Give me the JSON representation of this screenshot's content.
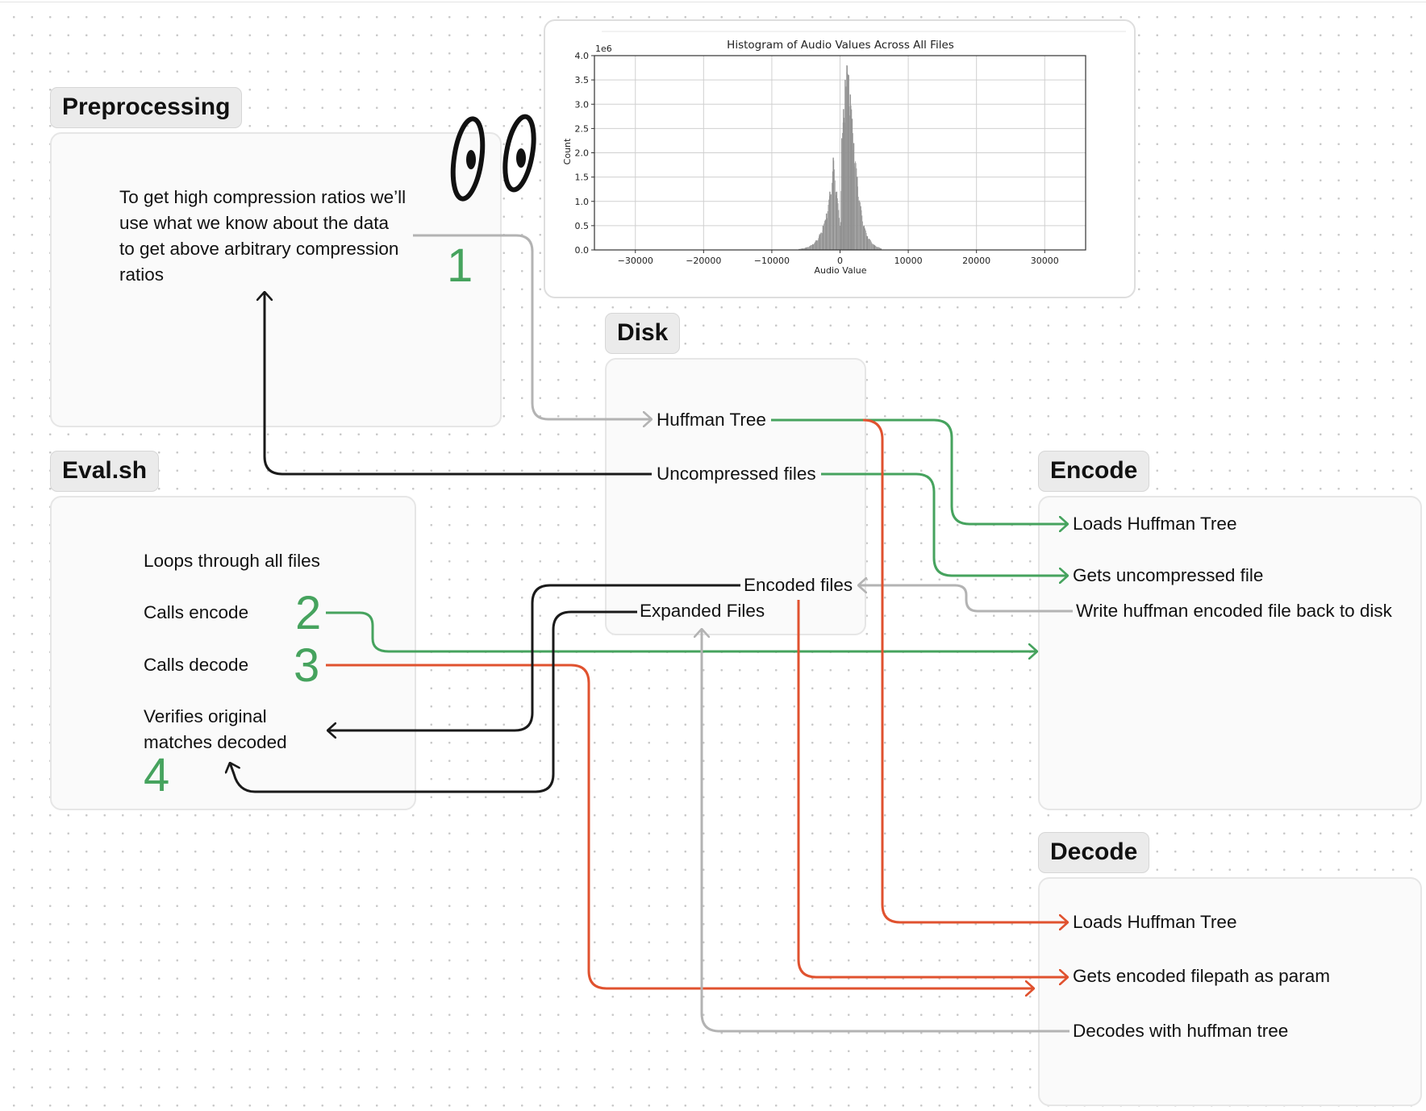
{
  "sections": {
    "preprocessing": "Preprocessing",
    "disk": "Disk",
    "eval": "Eval.sh",
    "encode": "Encode",
    "decode": "Decode"
  },
  "preprocessing": {
    "lines": [
      "To get high compression ratios we’ll",
      "use what we know about the data",
      "to get above arbitrary compression",
      "ratios"
    ]
  },
  "eval": {
    "loops": "Loops through all files",
    "calls_encode": "Calls encode",
    "calls_decode": "Calls decode",
    "verifies_1": "Verifies original",
    "verifies_2": "matches decoded"
  },
  "disk": {
    "huffman_tree": "Huffman Tree",
    "uncompressed_files": "Uncompressed files",
    "encoded_files": "Encoded files",
    "expanded_files": "Expanded Files"
  },
  "encode": {
    "loads_tree": "Loads Huffman Tree",
    "gets_uncompressed": "Gets uncompressed file",
    "write_back": "Write huffman encoded file back to disk"
  },
  "decode": {
    "loads_tree": "Loads Huffman Tree",
    "gets_encoded": "Gets encoded filepath as param",
    "decodes": "Decodes with huffman tree"
  },
  "step_numbers": {
    "one": "1",
    "two": "2",
    "three": "3",
    "four": "4"
  },
  "colors": {
    "green": "#46a35e",
    "red": "#e0522f",
    "black": "#1a1a1a",
    "gray": "#b3b3b3"
  },
  "chart_data": {
    "type": "bar",
    "title": "Histogram of Audio Values Across All Files",
    "xlabel": "Audio Value",
    "ylabel": "Count",
    "y_offset_label": "1e6",
    "xlim": [
      -36000,
      36000
    ],
    "ylim": [
      0,
      4.0
    ],
    "xticks": [
      -30000,
      -20000,
      -10000,
      0,
      10000,
      20000,
      30000
    ],
    "xtick_labels": [
      "−30000",
      "−20000",
      "−10000",
      "0",
      "10000",
      "20000",
      "30000"
    ],
    "yticks": [
      0.0,
      0.5,
      1.0,
      1.5,
      2.0,
      2.5,
      3.0,
      3.5,
      4.0
    ],
    "ytick_labels": [
      "0.0",
      "0.5",
      "1.0",
      "1.5",
      "2.0",
      "2.5",
      "3.0",
      "3.5",
      "4.0"
    ],
    "grid": true,
    "x": [
      -6000,
      -5000,
      -4000,
      -3500,
      -3000,
      -2500,
      -2000,
      -1500,
      -1000,
      -500,
      0,
      250,
      500,
      750,
      1000,
      1250,
      1500,
      1750,
      2000,
      2500,
      3000,
      3500,
      4000,
      5000,
      6000
    ],
    "values": [
      0.02,
      0.05,
      0.12,
      0.2,
      0.32,
      0.5,
      0.75,
      1.2,
      1.9,
      1.2,
      0.5,
      2.3,
      2.9,
      3.5,
      3.8,
      3.6,
      3.2,
      2.7,
      2.2,
      1.5,
      0.9,
      0.5,
      0.28,
      0.1,
      0.03
    ]
  }
}
